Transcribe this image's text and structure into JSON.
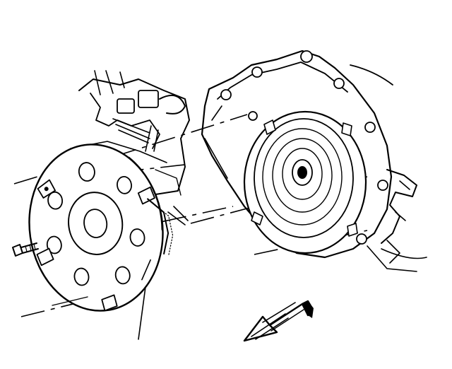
{
  "diagram": {
    "style": "black line-art service illustration",
    "components": [
      {
        "name": "engine-block"
      },
      {
        "name": "flexplate"
      },
      {
        "name": "transmission"
      },
      {
        "name": "torque-converter"
      },
      {
        "name": "flexplate-bolt"
      },
      {
        "name": "direction-arrow"
      }
    ],
    "colors": {
      "ink": "#000000",
      "paper": "#ffffff"
    }
  }
}
